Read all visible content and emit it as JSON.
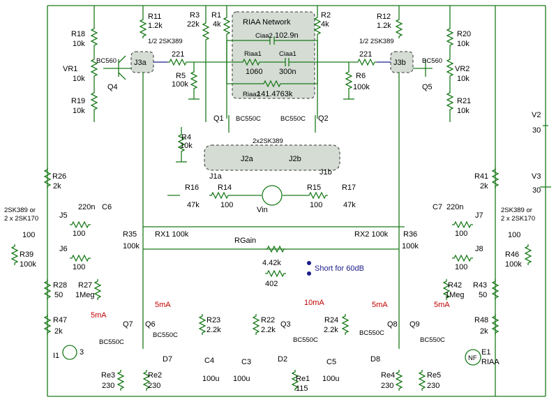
{
  "components": {
    "R11": [
      "R11",
      "1.2k"
    ],
    "R12": [
      "R12",
      "1.2k"
    ],
    "R3": [
      "R3",
      "22k"
    ],
    "R1": [
      "R1",
      "4k"
    ],
    "R2": [
      "R2",
      "4k"
    ],
    "R18": [
      "R18",
      "10k"
    ],
    "R19": [
      "R19",
      "10k"
    ],
    "R20": [
      "R20",
      "10k"
    ],
    "R21": [
      "R21",
      "10k"
    ],
    "VR1": [
      "VR1",
      "10k"
    ],
    "VR2": [
      "VR2",
      "10k"
    ],
    "R5": [
      "R5",
      "100k"
    ],
    "R6": [
      "R6",
      "100k"
    ],
    "R221a": "221",
    "R221b": "221",
    "R4": [
      "R4",
      "10k"
    ],
    "R26": [
      "R26",
      "2k"
    ],
    "R41": [
      "R41",
      "2k"
    ],
    "R16": [
      "R16",
      "47k"
    ],
    "R14": [
      "R14",
      "100"
    ],
    "R15": [
      "R15",
      "100"
    ],
    "R17": [
      "R17",
      "47k"
    ],
    "R39": [
      "R39",
      "100k"
    ],
    "R46": [
      "R46",
      "100k"
    ],
    "R28": [
      "R28",
      "50"
    ],
    "R43": [
      "R43",
      "50"
    ],
    "R27": [
      "R27",
      "1Meg"
    ],
    "R42": [
      "R42",
      "1Meg"
    ],
    "R35": [
      "R35",
      "100k"
    ],
    "R36": [
      "R36",
      "100k"
    ],
    "RX1": "RX1 100k",
    "RX2": "RX2 100k",
    "R47": [
      "R47",
      "2k"
    ],
    "R48": [
      "R48",
      "2k"
    ],
    "R23": [
      "R23",
      "2.2k"
    ],
    "R22": [
      "R22",
      "2.2k"
    ],
    "R24": [
      "R24",
      "2.2k"
    ],
    "Re1": [
      "Re1",
      "115"
    ],
    "Re2": [
      "Re2",
      "230"
    ],
    "Re3": [
      "Re3",
      "230"
    ],
    "Re4": [
      "Re4",
      "230"
    ],
    "Re5": [
      "Re5",
      "230"
    ],
    "C4": [
      "C4",
      "100u"
    ],
    "C3": [
      "C3",
      "100u"
    ],
    "C5": [
      "C5",
      "100u"
    ],
    "C6": [
      "C6",
      "220n"
    ],
    "C7": [
      "C7",
      "220n"
    ],
    "V2": [
      "V2",
      "30"
    ],
    "V3": [
      "V3",
      "30"
    ],
    "J3a_part": "1/2 2SK389",
    "J3b_part": "1/2 2SK389",
    "J2_part": "2x2SK389",
    "J5_part": [
      "2SK389 or",
      "2 x 2SK170"
    ],
    "J7_part": [
      "2SK389 or",
      "2 x 2SK170"
    ],
    "small100": "100",
    "bc560": "BC560",
    "bc550c": "BC550C"
  },
  "labels": {
    "riaa_title": "RIAA Network",
    "ciaa2": "Ciaa2",
    "ciaa2_val": "102.9n",
    "riaa1": "Riaa1",
    "riaa1_val": "1060",
    "ciaa1": "Ciaa1",
    "ciaa1_val": "300n",
    "riaa2": "Riaa2",
    "riaa2_val": "141.4763k",
    "rgain": "RGain",
    "rgain_a": "4.42k",
    "rgain_b": "402",
    "short60": "Short for 60dB",
    "vin": "Vin",
    "i5ma_a": "5mA",
    "i5ma_b": "5mA",
    "i10ma": "10mA",
    "i5ma_c": "5mA",
    "i5ma_d": "5mA",
    "Q1": "Q1",
    "Q2": "Q2",
    "Q3": "Q3",
    "Q4": "Q4",
    "Q5": "Q5",
    "Q6": "Q6",
    "Q7": "Q7",
    "Q8": "Q8",
    "Q9": "Q9",
    "J1a": "J1a",
    "J1b": "J1b",
    "J2a": "J2a",
    "J2b": "J2b",
    "J3a": "J3a",
    "J3b": "J3b",
    "J5": "J5",
    "J6": "J6",
    "J7": "J7",
    "J8": "J8",
    "D2": "D2",
    "D7": "D7",
    "D8": "D8",
    "I1": "I1",
    "I1_val": "3",
    "E1": "E1",
    "E1_val": "RIAA",
    "E1_sym": "NF"
  }
}
